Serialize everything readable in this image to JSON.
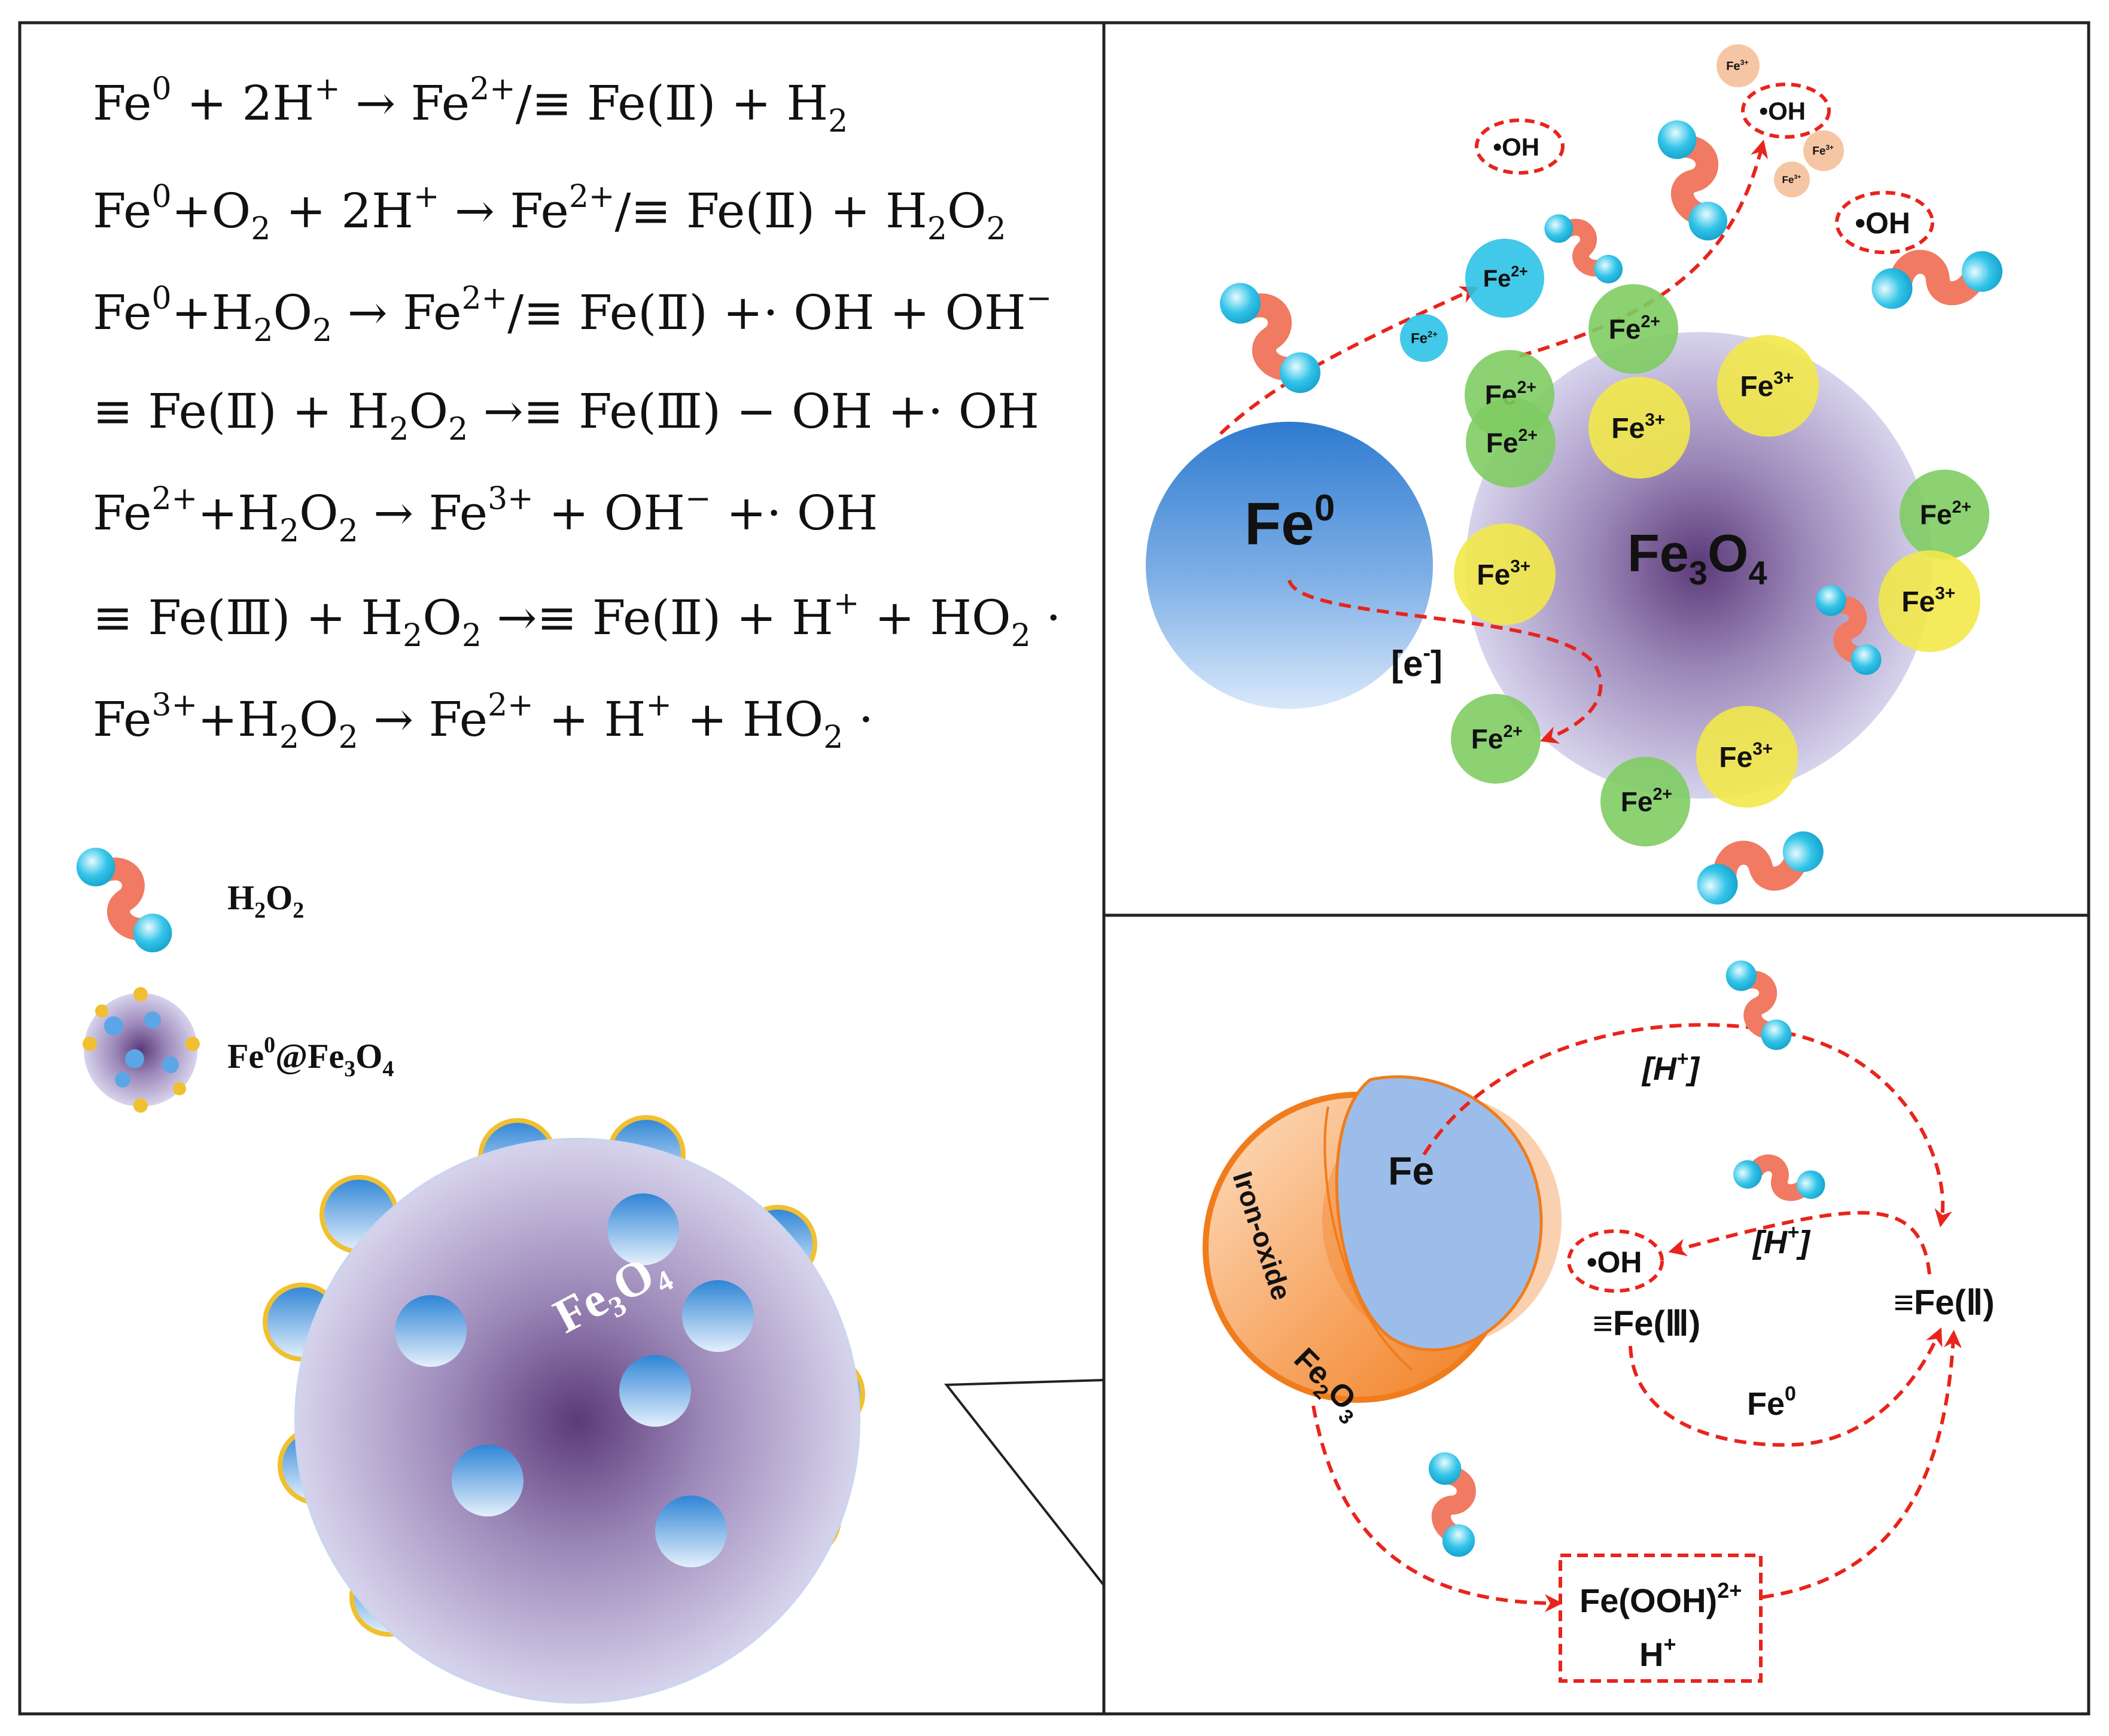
{
  "equations": [
    {
      "id": "eq1",
      "parts": [
        [
          "n",
          "Fe"
        ],
        [
          "sup",
          "0"
        ],
        [
          "n",
          " + 2H"
        ],
        [
          "sup",
          "+"
        ],
        [
          "n",
          " → Fe"
        ],
        [
          "sup",
          "2+"
        ],
        [
          "n",
          "/≡ Fe(Ⅱ) + H"
        ],
        [
          "sub",
          "2"
        ]
      ]
    },
    {
      "id": "eq2",
      "parts": [
        [
          "n",
          "Fe"
        ],
        [
          "sup",
          "0"
        ],
        [
          "n",
          "+O"
        ],
        [
          "sub",
          "2"
        ],
        [
          "n",
          " + 2H"
        ],
        [
          "sup",
          "+"
        ],
        [
          "n",
          " → Fe"
        ],
        [
          "sup",
          "2+"
        ],
        [
          "n",
          "/≡ Fe(Ⅱ) + H"
        ],
        [
          "sub",
          "2"
        ],
        [
          "n",
          "O"
        ],
        [
          "sub",
          "2"
        ]
      ]
    },
    {
      "id": "eq3",
      "parts": [
        [
          "n",
          "Fe"
        ],
        [
          "sup",
          "0"
        ],
        [
          "n",
          "+H"
        ],
        [
          "sub",
          "2"
        ],
        [
          "n",
          "O"
        ],
        [
          "sub",
          "2"
        ],
        [
          "n",
          " → Fe"
        ],
        [
          "sup",
          "2+"
        ],
        [
          "n",
          "/≡ Fe(Ⅱ) +· OH + OH"
        ],
        [
          "sup",
          "−"
        ]
      ]
    },
    {
      "id": "eq4",
      "parts": [
        [
          "n",
          "≡ Fe(Ⅱ) + H"
        ],
        [
          "sub",
          "2"
        ],
        [
          "n",
          "O"
        ],
        [
          "sub",
          "2"
        ],
        [
          "n",
          " →≡ Fe(Ⅲ) − OH +· OH"
        ]
      ]
    },
    {
      "id": "eq5",
      "parts": [
        [
          "n",
          "Fe"
        ],
        [
          "sup",
          "2+"
        ],
        [
          "n",
          "+H"
        ],
        [
          "sub",
          "2"
        ],
        [
          "n",
          "O"
        ],
        [
          "sub",
          "2"
        ],
        [
          "n",
          " → Fe"
        ],
        [
          "sup",
          "3+"
        ],
        [
          "n",
          " + OH"
        ],
        [
          "sup",
          "−"
        ],
        [
          "n",
          " +· OH"
        ]
      ]
    },
    {
      "id": "eq6",
      "parts": [
        [
          "n",
          "≡ Fe(Ⅲ) + H"
        ],
        [
          "sub",
          "2"
        ],
        [
          "n",
          "O"
        ],
        [
          "sub",
          "2"
        ],
        [
          "n",
          " →≡ Fe(Ⅱ) + H"
        ],
        [
          "sup",
          "+"
        ],
        [
          "n",
          " + HO"
        ],
        [
          "sub",
          "2"
        ],
        [
          "n",
          " ·"
        ]
      ]
    },
    {
      "id": "eq7",
      "parts": [
        [
          "n",
          "Fe"
        ],
        [
          "sup",
          "3+"
        ],
        [
          "n",
          "+H"
        ],
        [
          "sub",
          "2"
        ],
        [
          "n",
          "O"
        ],
        [
          "sub",
          "2"
        ],
        [
          "n",
          " → Fe"
        ],
        [
          "sup",
          "2+"
        ],
        [
          "n",
          " + H"
        ],
        [
          "sup",
          "+"
        ],
        [
          "n",
          " + HO"
        ],
        [
          "sub",
          "2"
        ],
        [
          "n",
          " ·"
        ]
      ]
    }
  ],
  "legend": {
    "h2o2": {
      "main": "H",
      "s1": "2",
      "mid": "O",
      "s2": "2"
    },
    "particle": {
      "a": "Fe",
      "sup": "0",
      "b": "@Fe",
      "s1": "3",
      "c": "O",
      "s2": "4"
    }
  },
  "big_particle_label": "Fe₃O₄",
  "top_panel": {
    "fe0": {
      "main": "Fe",
      "sup": "0"
    },
    "fe3o4": {
      "a": "Fe",
      "s1": "3",
      "b": "O",
      "s2": "4"
    },
    "electron": {
      "open": "[e",
      "sup": "-",
      "close": "]"
    },
    "oh": "•OH",
    "ion2": {
      "a": "Fe",
      "sup": "2+"
    },
    "ion3": {
      "a": "Fe",
      "sup": "3+"
    }
  },
  "bottom_panel": {
    "fe": "Fe",
    "iron_oxide": "Iron-oxide",
    "fe2o3": {
      "a": "Fe",
      "s1": "2",
      "b": "O",
      "s2": "3"
    },
    "h_plus_1": {
      "open": "[H",
      "sup": "+",
      "close": "]"
    },
    "h_plus_2": {
      "open": "[H",
      "sup": "+",
      "close": "]"
    },
    "oh": "•OH",
    "fe3_surface": "≡Fe(Ⅲ)",
    "fe2_surface": "≡Fe(Ⅱ)",
    "fe0": {
      "a": "Fe",
      "sup": "0"
    },
    "fe_ooh": {
      "a": "Fe(OOH)",
      "sup": "2+"
    },
    "h_plus_box": {
      "a": "H",
      "sup": "+"
    }
  },
  "colors": {
    "arrow": "#e8241c",
    "fe2_ion": "#7fcc63",
    "fe3_ion": "#f2e84a",
    "fe2_free": "#2ec2e6",
    "fe3_free": "#f5c09a",
    "shell": "#f5821f",
    "core": "#9fbfea"
  }
}
